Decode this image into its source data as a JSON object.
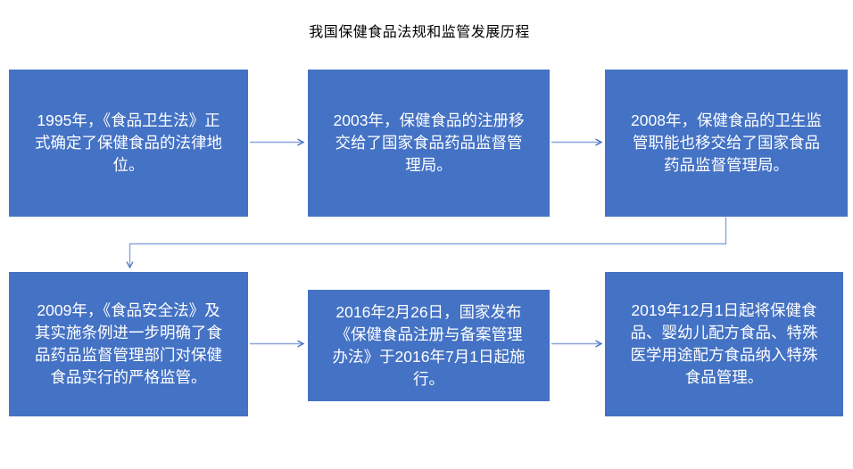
{
  "title": "我国保健食品法规和监管发展历程",
  "colors": {
    "node_fill": "#4472C4",
    "node_text": "#FFFFFF",
    "connector_line": "#8BA3DC",
    "arrowhead": "#4472C4",
    "title_text": "#000000",
    "background": "#FFFFFF"
  },
  "nodes": [
    {
      "year": "1995",
      "text": "1995年，《食品卫生法》正\n式确定了保健食品的法律地\n位。"
    },
    {
      "year": "2003",
      "text": "2003年，保健食品的注册移\n交给了国家食品药品监督管\n理局。"
    },
    {
      "year": "2008",
      "text": "2008年，保健食品的卫生监\n管职能也移交给了国家食品\n药品监督管理局。"
    },
    {
      "year": "2009",
      "text": "2009年，《食品安全法》及\n其实施条例进一步明确了食\n品药品监督管理部门对保健\n食品实行的严格监管。"
    },
    {
      "year": "2016",
      "text": "2016年2月26日，国家发布\n《保健食品注册与备案管理\n办法》于2016年7月1日起施\n行。"
    },
    {
      "year": "2019",
      "text": "2019年12月1日起将保健食\n品、婴幼儿配方食品、特殊\n医学用途配方食品纳入特殊\n食品管理。"
    }
  ],
  "connections": [
    {
      "from": "1995",
      "to": "2003"
    },
    {
      "from": "2003",
      "to": "2008"
    },
    {
      "from": "2008",
      "to": "2009"
    },
    {
      "from": "2009",
      "to": "2016"
    },
    {
      "from": "2016",
      "to": "2019"
    }
  ]
}
